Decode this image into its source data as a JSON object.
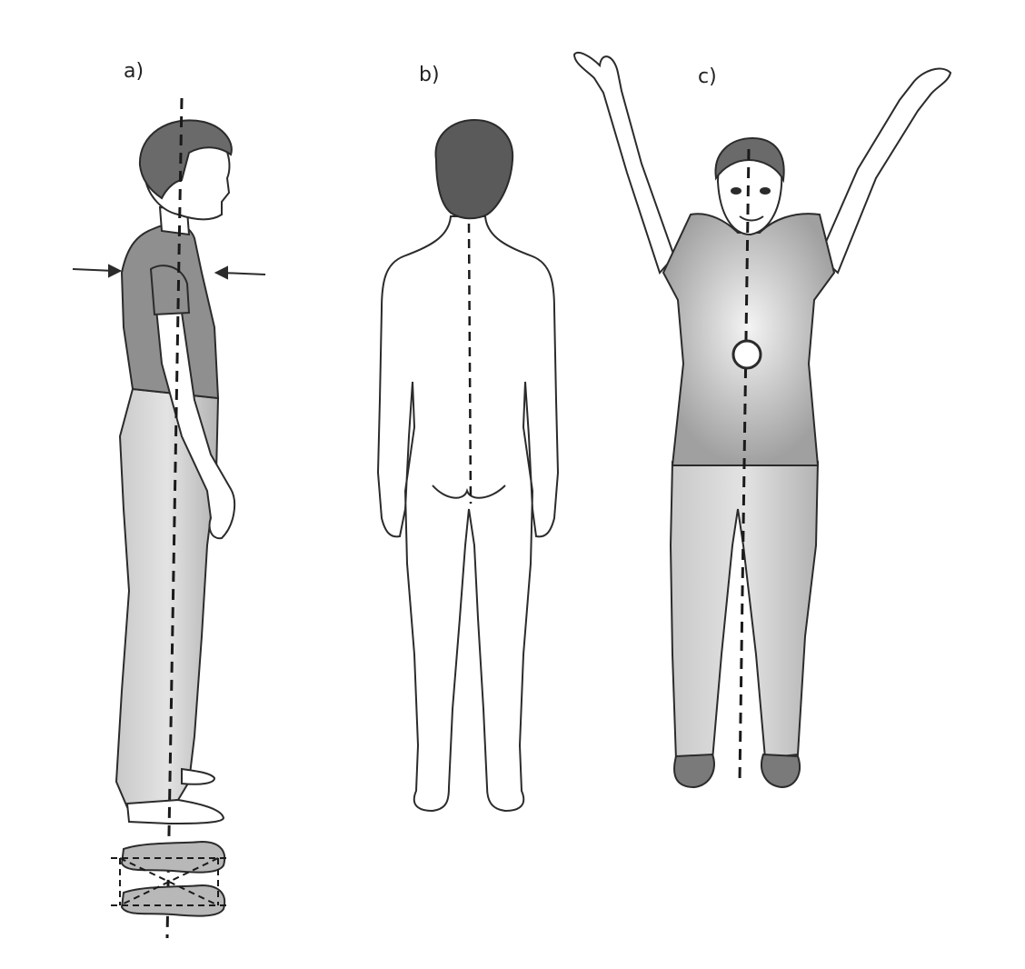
{
  "panels": [
    {
      "id": "a",
      "label": "a)"
    },
    {
      "id": "b",
      "label": "b)"
    },
    {
      "id": "c",
      "label": "c)"
    }
  ],
  "colors": {
    "outline": "#2b2b2b",
    "shirt": "#8f8f8f",
    "pants": "#a9a9a9",
    "hair": "#5a5a5a",
    "skin": "#ffffff",
    "background": "#ffffff"
  }
}
